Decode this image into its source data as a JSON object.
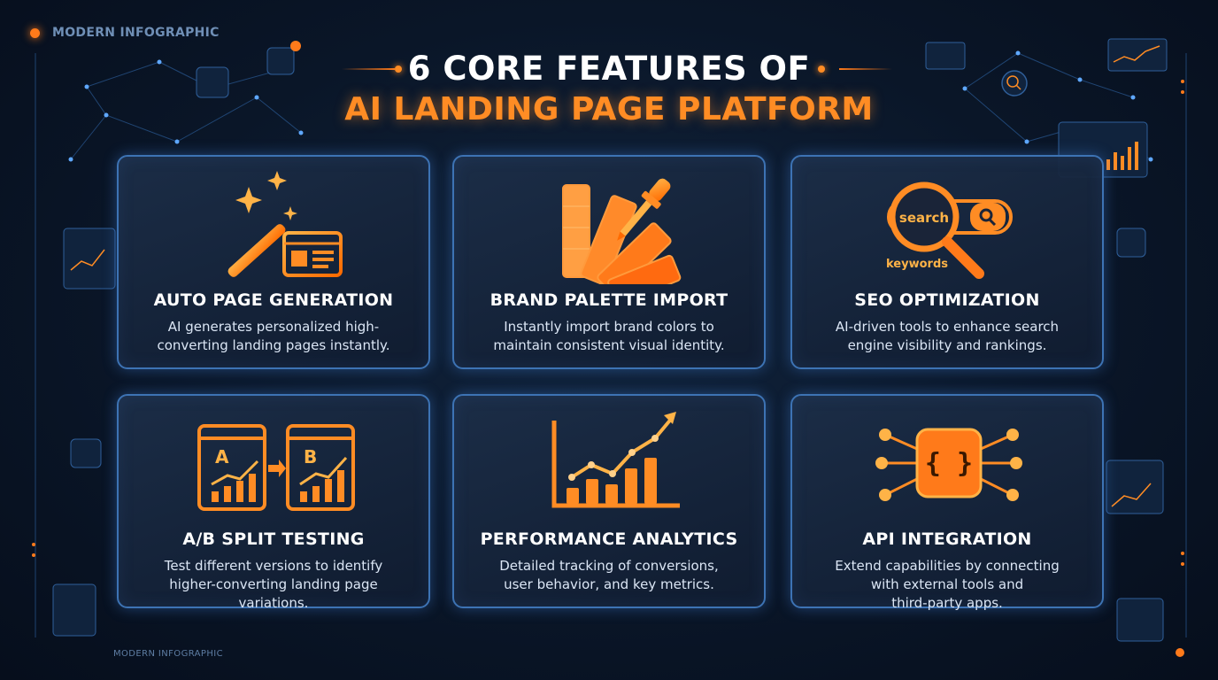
{
  "header": {
    "brand": "MODERN INFOGRAPHIC",
    "title_line1": "6 CORE FEATURES OF",
    "title_line2": "AI LANDING PAGE PLATFORM"
  },
  "footer": {
    "brand": "MODERN INFOGRAPHIC"
  },
  "colors": {
    "accent": "#ff8c24",
    "card_border": "#3d73b4",
    "background": "#0a1628"
  },
  "features": [
    {
      "icon": "magic-wand-icon",
      "title": "AUTO PAGE GENERATION",
      "desc_1": "AI generates personalized high-",
      "desc_2": "converting landing pages instantly."
    },
    {
      "icon": "color-palette-icon",
      "title": "BRAND PALETTE IMPORT",
      "desc_1": "Instantly import brand colors to",
      "desc_2": "maintain consistent visual identity."
    },
    {
      "icon": "magnifier-icon",
      "icon_text": "search",
      "icon_subtext": "keywords",
      "title": "SEO OPTIMIZATION",
      "desc_1": "AI-driven tools to enhance search",
      "desc_2": "engine visibility and rankings."
    },
    {
      "icon": "ab-test-icon",
      "icon_label_a": "A",
      "icon_label_b": "B",
      "title": "A/B SPLIT TESTING",
      "desc_1": "Test different versions to identify",
      "desc_2": "higher-converting landing page",
      "desc_3": "variations."
    },
    {
      "icon": "growth-chart-icon",
      "title": "PERFORMANCE ANALYTICS",
      "desc_1": "Detailed tracking of conversions,",
      "desc_2": "user behavior, and key metrics."
    },
    {
      "icon": "api-braces-icon",
      "icon_text": "{ }",
      "title": "API INTEGRATION",
      "desc_1": "Extend capabilities by connecting",
      "desc_2": "with external tools and",
      "desc_3": "third-party apps."
    }
  ]
}
